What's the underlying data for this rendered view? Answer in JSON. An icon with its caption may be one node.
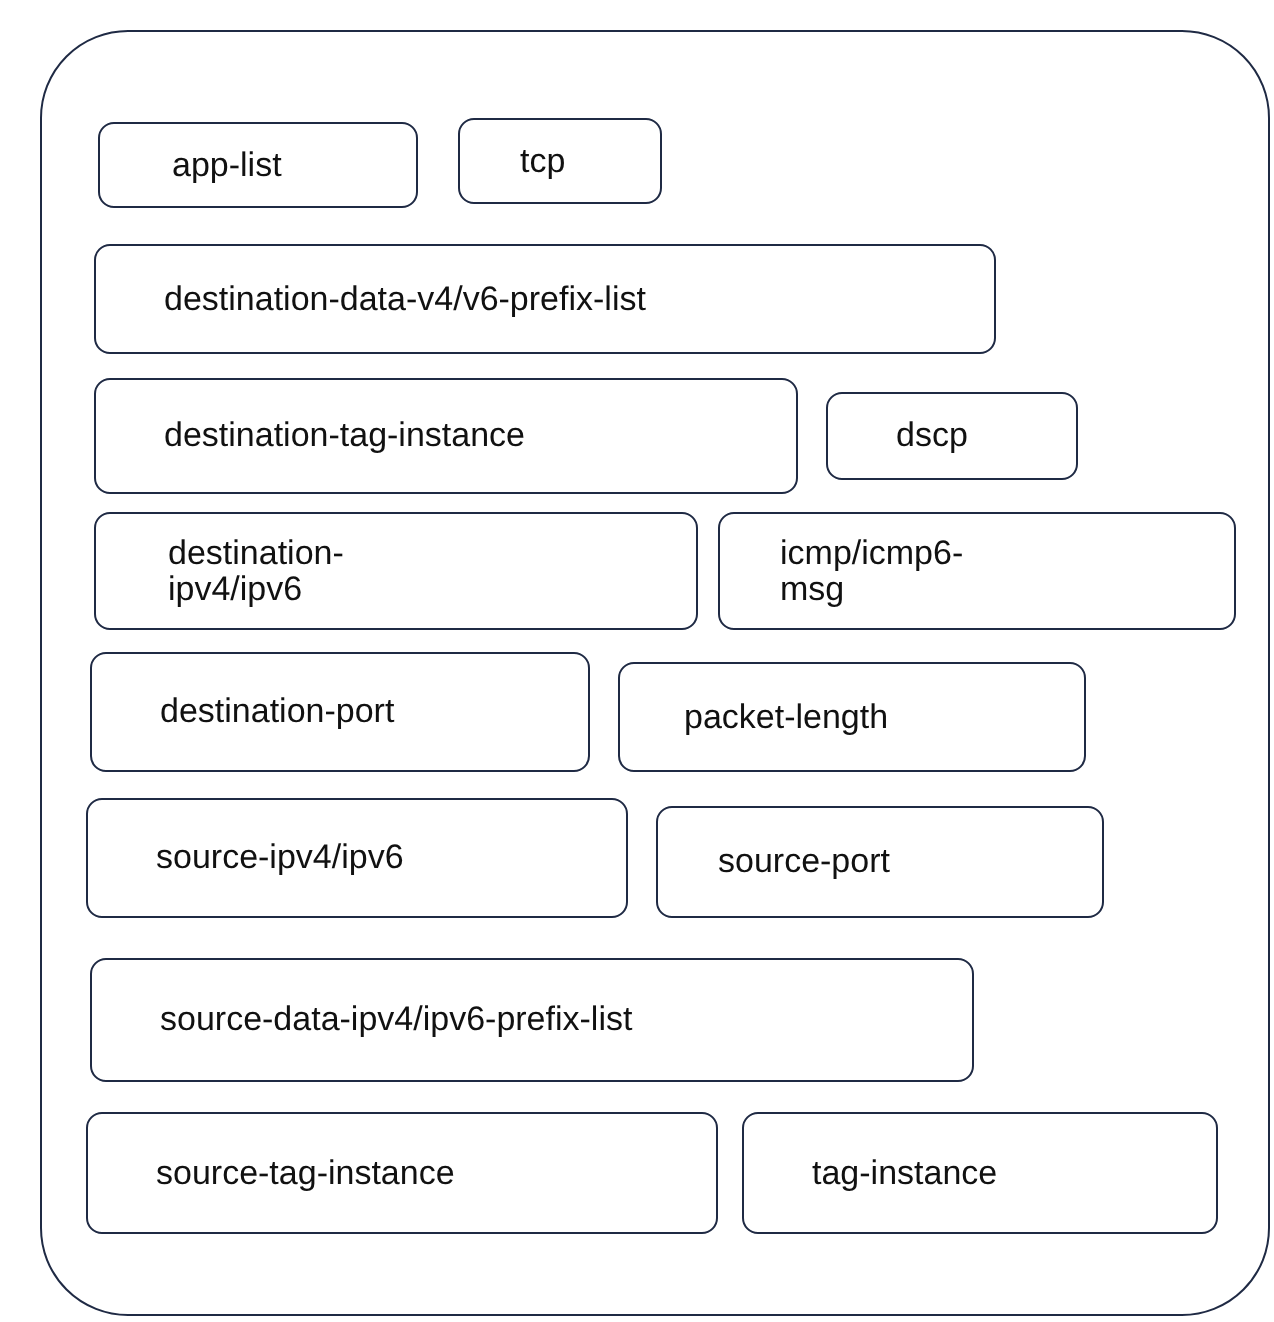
{
  "diagram": {
    "nodes": [
      {
        "text": [],
        "shape": "box"
      },
      {
        "text": [
          "app-list"
        ],
        "in": 0
      },
      {
        "text": [
          "tcp"
        ],
        "in": 0
      },
      {
        "text": [
          "destination-data-v4/v6-prefix-list"
        ],
        "in": 0
      },
      {
        "text": [
          "destination-tag-instance"
        ],
        "in": 0
      },
      {
        "text": [
          "dscp"
        ],
        "in": 0
      },
      {
        "text": [
          "destination-ipv4/ipv6"
        ],
        "in": 0
      },
      {
        "text": [
          "icmp/icmp6-msg"
        ],
        "in": 0
      },
      {
        "text": [
          "destination-port"
        ],
        "in": 0
      },
      {
        "text": [
          "packet-length"
        ],
        "in": 0
      },
      {
        "text": [
          "source-ipv4/ipv6"
        ],
        "in": 0
      },
      {
        "text": [
          "source-port"
        ],
        "in": 0
      },
      {
        "text": [
          "source-data-ipv4/ipv6-prefix-list"
        ],
        "in": 0
      },
      {
        "text": [
          "source-tag-instance"
        ],
        "in": 0
      },
      {
        "text": [
          "tag-instance"
        ],
        "in": 0
      }
    ]
  }
}
